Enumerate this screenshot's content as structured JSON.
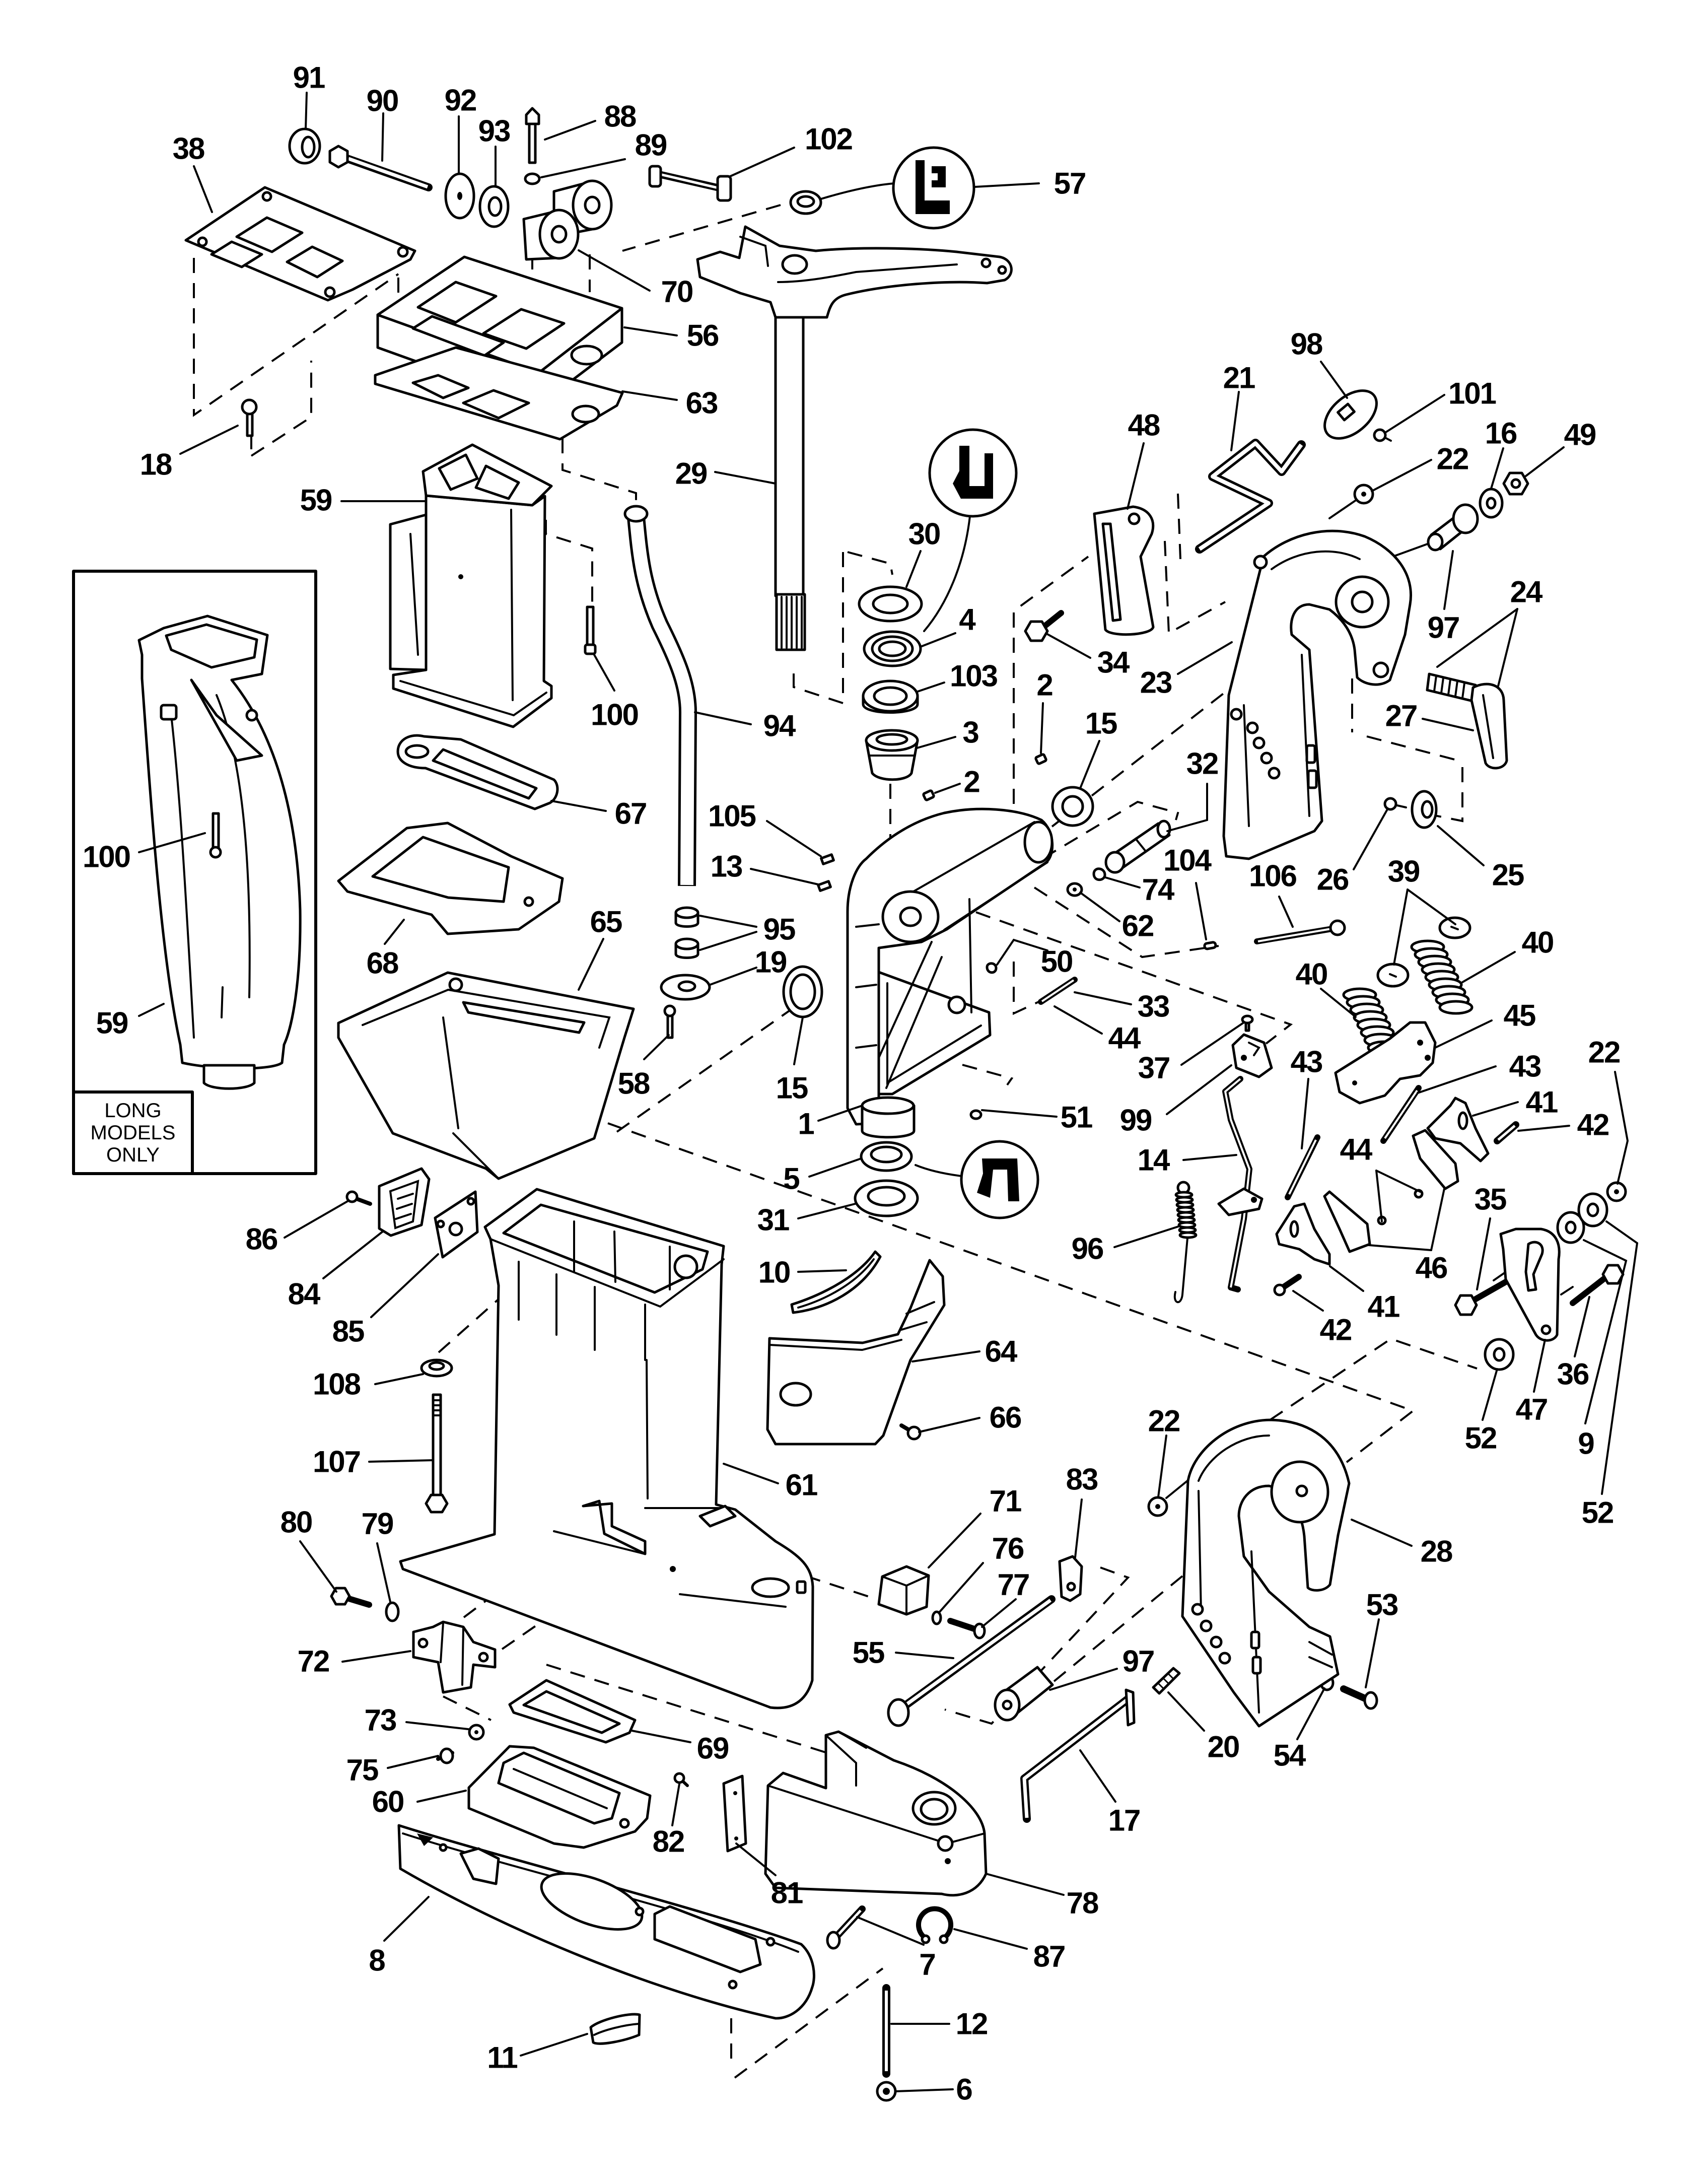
{
  "diagram": {
    "callouts": [
      "91",
      "90",
      "92",
      "93",
      "88",
      "89",
      "102",
      "57",
      "38",
      "70",
      "56",
      "63",
      "18",
      "29",
      "59",
      "98",
      "21",
      "48",
      "101",
      "22",
      "16",
      "49",
      "30",
      "97",
      "24",
      "4",
      "103",
      "34",
      "23",
      "2",
      "27",
      "3",
      "100",
      "94",
      "15",
      "2",
      "32",
      "67",
      "105",
      "13",
      "104",
      "106",
      "26",
      "39",
      "25",
      "74",
      "62",
      "95",
      "65",
      "68",
      "19",
      "50",
      "40",
      "40",
      "33",
      "44",
      "45",
      "58",
      "15",
      "43",
      "43",
      "22",
      "37",
      "41",
      "42",
      "99",
      "1",
      "51",
      "14",
      "44",
      "5",
      "35",
      "31",
      "86",
      "96",
      "46",
      "41",
      "42",
      "36",
      "47",
      "52",
      "9",
      "52",
      "84",
      "85",
      "10",
      "64",
      "108",
      "66",
      "22",
      "107",
      "61",
      "71",
      "83",
      "76",
      "77",
      "80",
      "79",
      "28",
      "72",
      "53",
      "55",
      "97",
      "20",
      "54",
      "73",
      "75",
      "69",
      "60",
      "82",
      "17",
      "81",
      "78",
      "8",
      "7",
      "87",
      "12",
      "11",
      "6"
    ],
    "inset": {
      "note_lines": [
        "LONG",
        "MODELS",
        "ONLY"
      ],
      "callouts": [
        "100",
        "59"
      ]
    },
    "seal_icons": [
      {
        "icon": "seal-lip-orientation-icon",
        "callout": "57"
      },
      {
        "icon": "seal-lip-orientation-icon",
        "callout": "4"
      },
      {
        "icon": "seal-lip-orientation-icon",
        "callout": "5"
      }
    ]
  }
}
